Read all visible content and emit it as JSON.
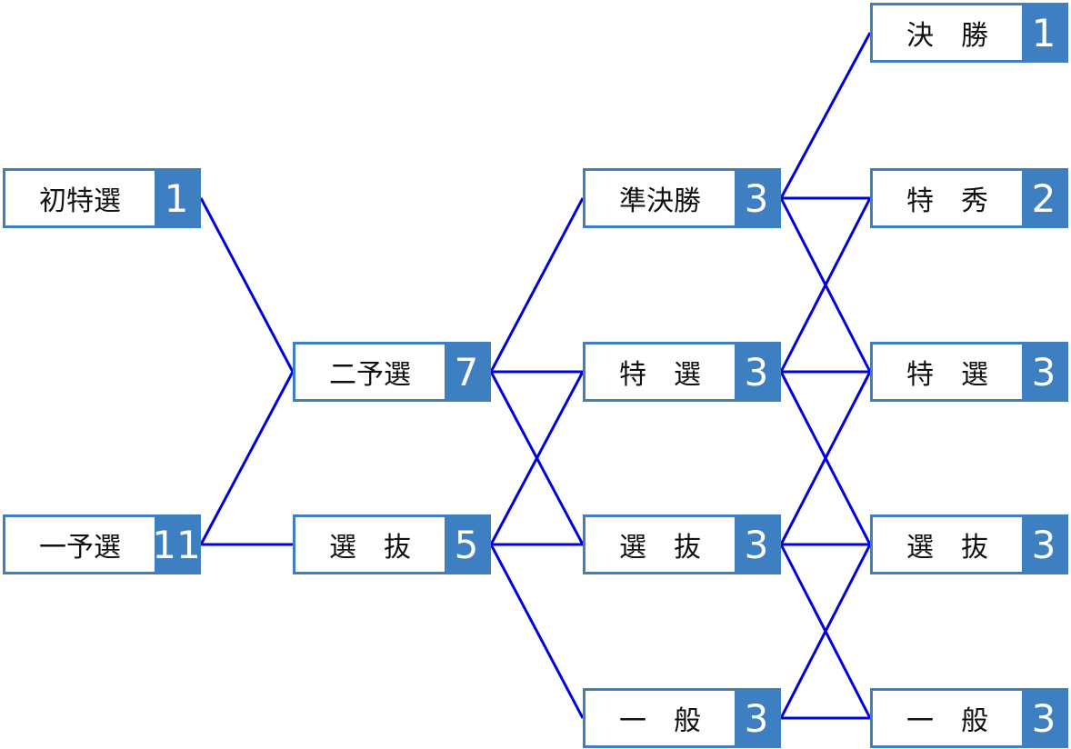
{
  "colors": {
    "box_border": "#3d7fc0",
    "count_fill": "#3d7fc0",
    "connector": "#0000dd"
  },
  "nodes": {
    "shotokusen": {
      "label": "初特選",
      "count": "1"
    },
    "ichiyosen": {
      "label": "一予選",
      "count": "11"
    },
    "niyosen": {
      "label": "二予選",
      "count": "7"
    },
    "senbatsu1": {
      "label": "選　抜",
      "count": "5"
    },
    "junkessho": {
      "label": "準決勝",
      "count": "3"
    },
    "tokusen1": {
      "label": "特　選",
      "count": "3"
    },
    "senbatsu2": {
      "label": "選　抜",
      "count": "3"
    },
    "ippan1": {
      "label": "一　般",
      "count": "3"
    },
    "kessho": {
      "label": "決　勝",
      "count": "1"
    },
    "tokushu": {
      "label": "特　秀",
      "count": "2"
    },
    "tokusen2": {
      "label": "特　選",
      "count": "3"
    },
    "senbatsu3": {
      "label": "選　抜",
      "count": "3"
    },
    "ippan2": {
      "label": "一　般",
      "count": "3"
    }
  }
}
